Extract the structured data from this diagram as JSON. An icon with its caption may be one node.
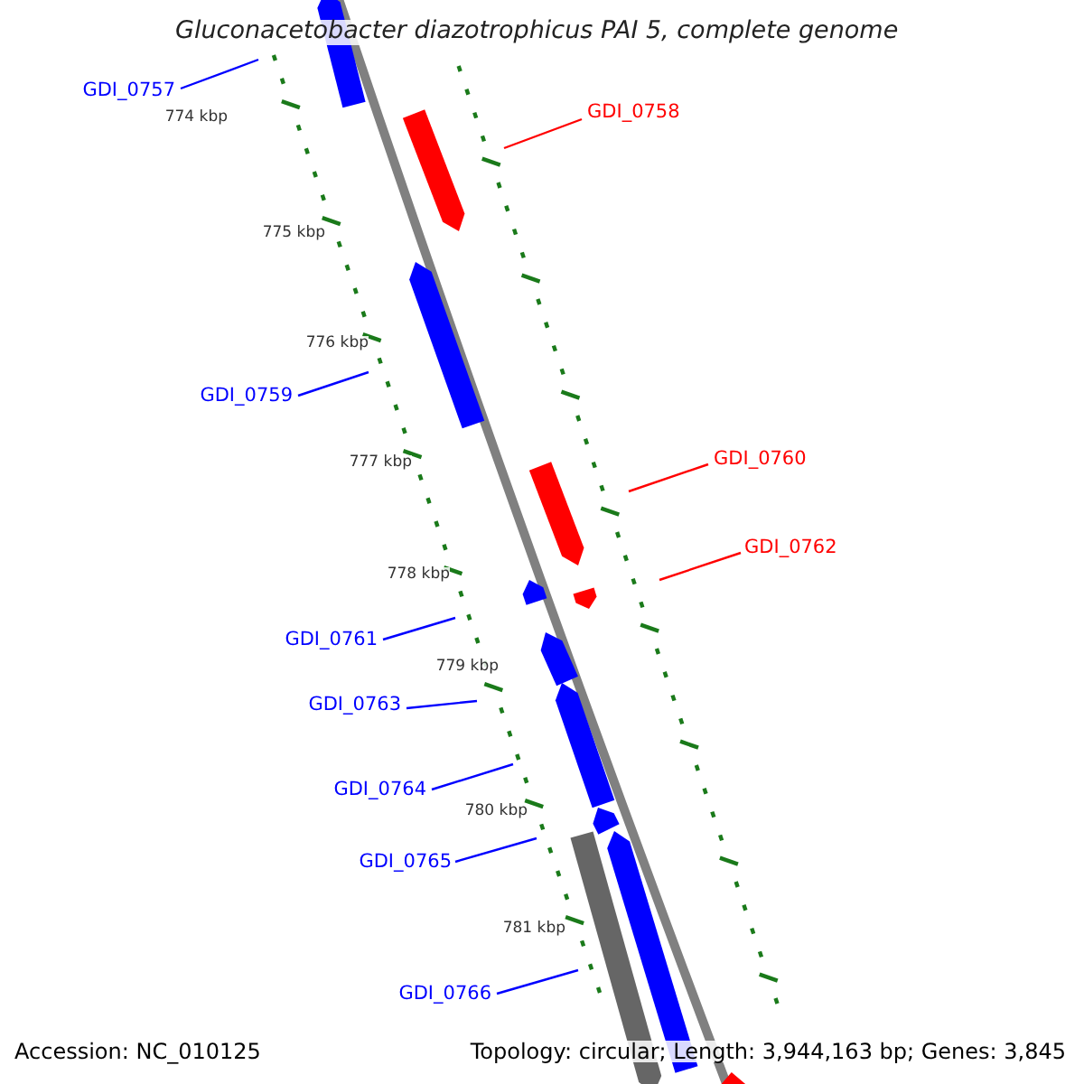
{
  "diagram": {
    "title": "Gluconacetobacter diazotrophicus PAI 5, complete genome",
    "nodes": [
      {
        "text": [
          "GDI_0757"
        ]
      },
      {
        "text": [
          "GDI_0758"
        ]
      },
      {
        "text": [
          "GDI_0759"
        ]
      },
      {
        "text": [
          "GDI_0760"
        ]
      },
      {
        "text": [
          "GDI_0762"
        ]
      },
      {
        "text": [
          "GDI_0761"
        ]
      },
      {
        "text": [
          "GDI_0763"
        ]
      },
      {
        "text": [
          "GDI_0764"
        ]
      },
      {
        "text": [
          "GDI_0765"
        ]
      },
      {
        "text": [
          "GDI_0766"
        ]
      }
    ],
    "edges": [
      {
        "from": 0,
        "to": null,
        "arrow": "none"
      },
      {
        "from": 1,
        "to": null,
        "arrow": "none",
        "color": "#ff0000"
      },
      {
        "from": 2,
        "to": null,
        "arrow": "none"
      },
      {
        "from": 3,
        "to": null,
        "arrow": "none",
        "color": "#ff0000"
      },
      {
        "from": 4,
        "to": null,
        "arrow": "none",
        "color": "#ff0000"
      },
      {
        "from": 5,
        "to": null,
        "arrow": "none"
      },
      {
        "from": 6,
        "to": null,
        "arrow": "none"
      },
      {
        "from": 7,
        "to": null,
        "arrow": "none"
      },
      {
        "from": 8,
        "to": null,
        "arrow": "none"
      },
      {
        "from": 9,
        "to": null,
        "arrow": "none"
      }
    ],
    "labels": [
      "774 kbp",
      "775 kbp",
      "776 kbp",
      "777 kbp",
      "778 kbp",
      "779 kbp",
      "780 kbp",
      "781 kbp",
      "Accession: NC_010125",
      "Topology: circular; Length: 3,944,163 bp; Genes: 3,845"
    ]
  }
}
